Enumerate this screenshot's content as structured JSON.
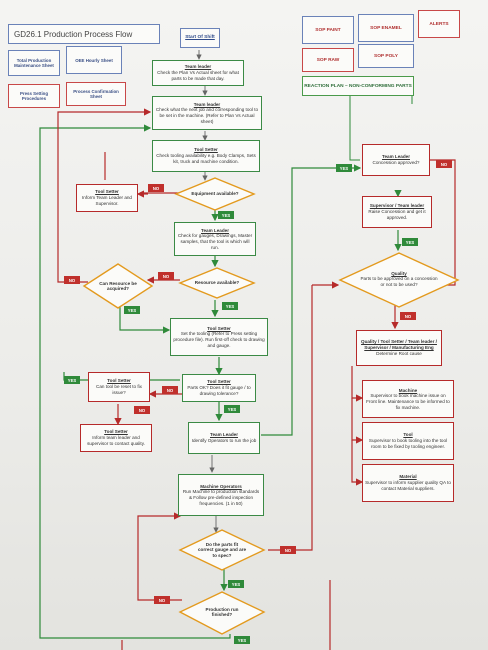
{
  "title": "GD26.1 Production Process Flow",
  "links": [
    {
      "key": "tpm",
      "label": "Total Production Maintenance Sheet"
    },
    {
      "key": "oee",
      "label": "OEE Hourly Sheet"
    },
    {
      "key": "press",
      "label": "Press Setting Procedures"
    },
    {
      "key": "pcs",
      "label": "Process Confirmation Sheet"
    }
  ],
  "legend": {
    "sop_paint": "SOP PAINT",
    "sop_enamel": "SOP ENAMEL",
    "alerts": "ALERTS",
    "sop_raw": "SOP RAW",
    "sop_poly": "SOP POLY",
    "reaction_plan": "REACTION PLAN – NON-CONFORMING PARTS"
  },
  "flow": {
    "start": "Start Of Shift",
    "tl1_title": "Team leader",
    "tl1_text": "Check the Plan Vs Actual sheet for what parts to be made that day.",
    "tl2_title": "Team leader",
    "tl2_text": "Check what the next job and corresponding tool to be set in the machine. (Refer to Plan Vs Actual sheet)",
    "ts1_title": "Tool Setter",
    "ts1_text": "Check tooling availability e.g. Body Clamps, Sets kit, truck and machine condition.",
    "d_equip": "Equipment available?",
    "ts_inform_title": "Tool Setter",
    "ts_inform_text": "Inform Team Leader and Supervisor.",
    "tl3_title": "Team Leader",
    "tl3_text": "Check for gauges, Drawings, Master samples, that the tool is which will run.",
    "d_can_resource": "Can Resource be acquired?",
    "d_resource": "Resource available?",
    "ts2_title": "Tool Setter",
    "ts2_text": "Set the tooling (Refer to Press setting procedure file). Run first-off check to drawing and gauge.",
    "ts_fix_title": "Tool Setter",
    "ts_fix_text": "Can tool be reset to fix issue?",
    "ts_ok_title": "Tool Setter",
    "ts_ok_text": "Parts OK? Does it fit gauge / to drawing tolerance?",
    "ts_inform2_title": "Tool Setter",
    "ts_inform2_text": "Inform team leader and supervisor to contact quality.",
    "tl4_title": "Team Leader",
    "tl4_text": "Identify Operators to run the job",
    "mo_title": "Machine Operators",
    "mo_text": "Run Machine to production standards & Follow pre-defined inspection frequencies. (1 in 50)",
    "d_parts": "Do the parts fit correct gauge and are to spec?",
    "d_finished": "Production run finished?",
    "tl_conc_title": "Team Leader",
    "tl_conc_text": "Concession approved?",
    "sup_title": "Supervisor / Team leader",
    "sup_text": "Raise Concession and get it approved.",
    "d_quality_title": "Quality",
    "d_quality_text": "Parts to be approved on a concession or not to be used?",
    "q_title": "Quality / Tool Setter / Team leader / Supervisor / Manufacturing Eng",
    "q_text": "Determine Root cause",
    "machine_title": "Machine",
    "machine_text": "Supervisor to book machine issue on Front line. Maintenance to be informed to fix machine.",
    "tool_title": "Tool",
    "tool_text": "Supervisor to book tooling into the tool room to be fixed by tooling engineer.",
    "material_title": "Material",
    "material_text": "Supervisor to inform supplier quality QA to contact Material suppliers."
  },
  "tags": {
    "yes": "YES",
    "no": "NO"
  }
}
